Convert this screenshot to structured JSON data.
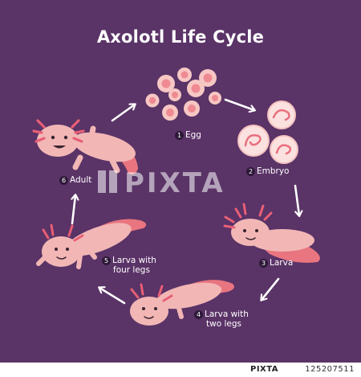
{
  "title": "Axolotl Life Cycle",
  "stages": [
    {
      "number": "1",
      "label": "Egg"
    },
    {
      "number": "2",
      "label": "Embryo"
    },
    {
      "number": "3",
      "label": "Larva"
    },
    {
      "number": "4",
      "label_line1": "Larva with",
      "label_line2": "two legs"
    },
    {
      "number": "5",
      "label_line1": "Larva with",
      "label_line2": "four legs"
    },
    {
      "number": "6",
      "label": "Adult"
    }
  ],
  "watermark": "PIXTA",
  "footer": {
    "brand": "PIXTA",
    "id": "125207511"
  },
  "colors": {
    "background": "#5a3367",
    "axolotl_body": "#f2b7b5",
    "gills": "#e85f75",
    "egg_outer": "#f7c7c4",
    "egg_inner": "#ef8a92",
    "arrow": "#ffffff"
  }
}
